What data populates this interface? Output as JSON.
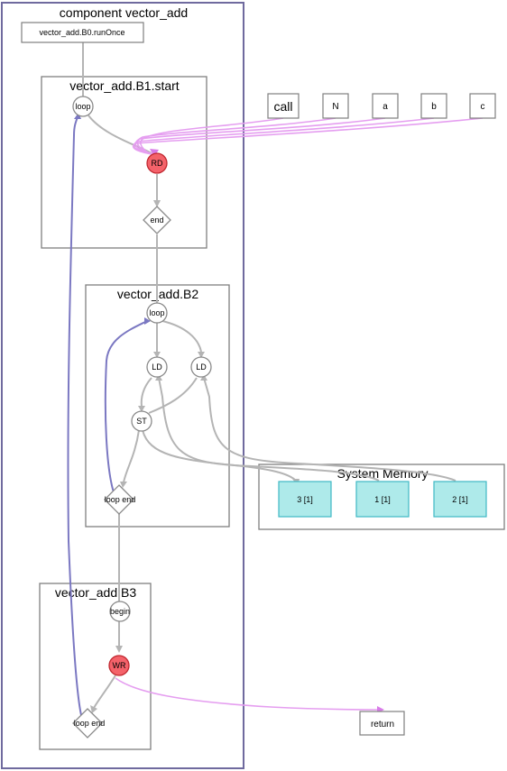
{
  "clusters": {
    "main": "component vector_add",
    "b1": "vector_add.B1.start",
    "b2": "vector_add.B2",
    "b3": "vector_add.B3",
    "memory": "System Memory"
  },
  "nodes": {
    "run_once": "vector_add.B0.runOnce",
    "b1_loop": "loop",
    "rd": "RD",
    "b1_end": "end",
    "b2_loop": "loop",
    "ld1": "LD",
    "ld2": "LD",
    "st": "ST",
    "b2_loop_end": "loop end",
    "begin": "begin",
    "wr": "WR",
    "b3_loop_end": "loop end",
    "return": "return"
  },
  "args": {
    "call": "call",
    "n": "N",
    "a": "a",
    "b": "b",
    "c": "c"
  },
  "memory_banks": [
    "3 [1]",
    "1 [1]",
    "2 [1]"
  ],
  "colors": {
    "control_edge": "#b4b4b4",
    "loop_edge": "#7b78c2",
    "data_edge": "#e59ef0",
    "highlight_node": "#f4626a",
    "memory_bank": "#aeeaea"
  }
}
